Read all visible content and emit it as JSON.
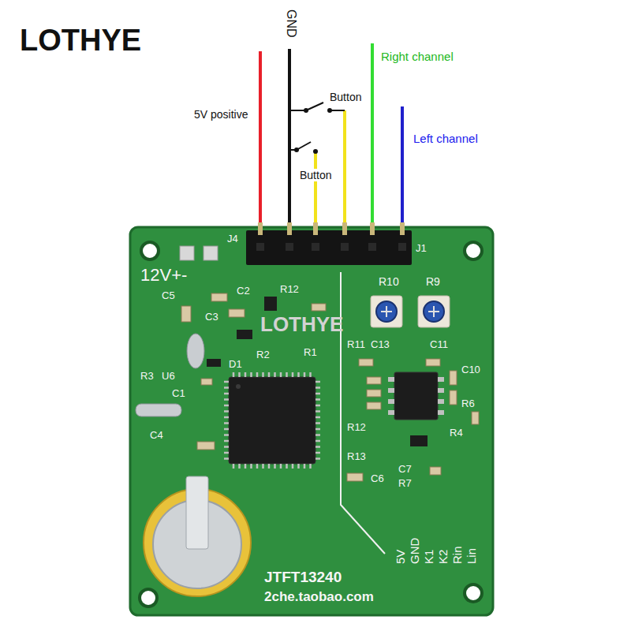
{
  "diagram": {
    "labels": [
      "LOTHYE",
      "GND",
      "5V positive",
      "Button",
      "Right channel",
      "Left channel",
      "Button",
      "J4",
      "J1",
      "12V+-",
      "R10",
      "R9",
      "LOTHYE",
      "C5",
      "C2",
      "C3",
      "R12",
      "R1",
      "R2",
      "D1",
      "R3",
      "U6",
      "C1",
      "C4",
      "R11",
      "C13",
      "C11",
      "C10",
      "R6",
      "R4",
      "R12",
      "R13",
      "C6",
      "C7",
      "R7",
      "5V",
      "GND",
      "K1",
      "K2",
      "Rin",
      "Lin",
      "JTFT13240",
      "2che.taobao.com"
    ]
  }
}
